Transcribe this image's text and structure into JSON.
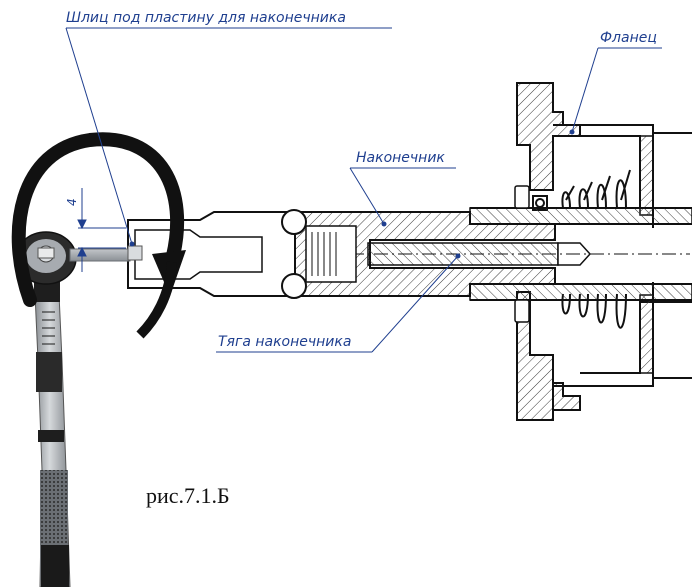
{
  "callouts": {
    "slot": "Шлиц под пластину для наконечника",
    "flange": "Фланец",
    "tip": "Наконечник",
    "rod": "Тяга наконечника"
  },
  "dimension": "4",
  "caption": "рис.7.1.Б",
  "colors": {
    "line": "#111111",
    "callout": "#1f3f8f",
    "hatch": "#333333",
    "wrench_body": "#a9adb2",
    "wrench_dark": "#1e1e1e",
    "plate": "#9a9ea4"
  },
  "icons": {
    "wrench": "torque-wrench-icon",
    "rotation": "rotation-arrow-icon"
  }
}
